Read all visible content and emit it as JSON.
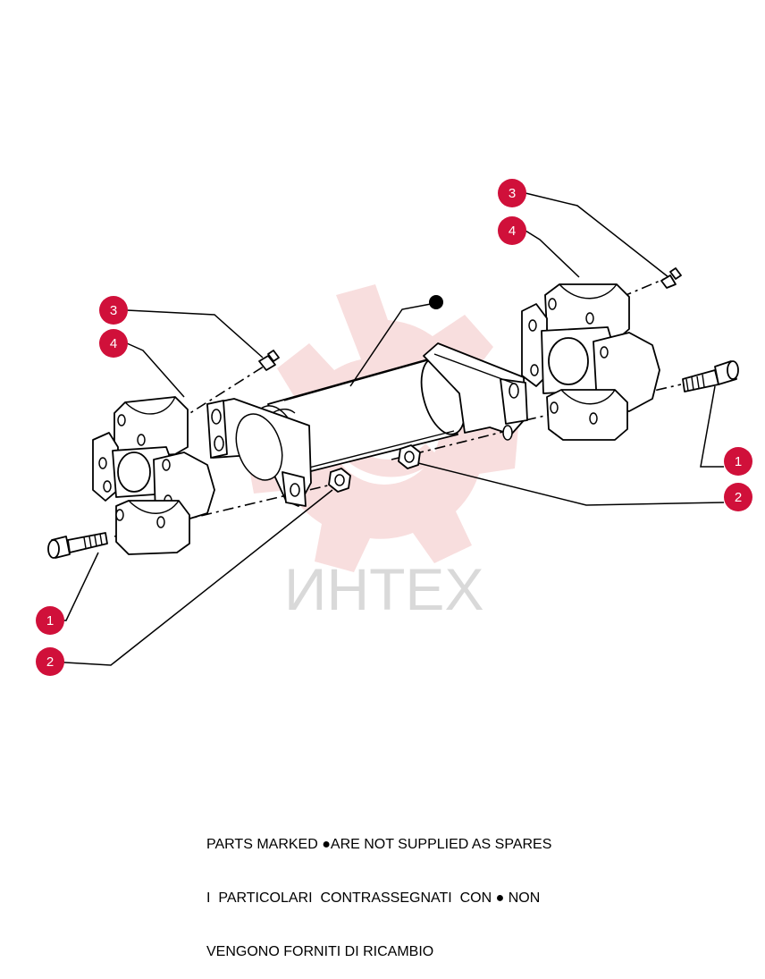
{
  "watermark": {
    "text": "ИНТЕХ",
    "color": "#d9d9d9",
    "gear_color": "#f8dede"
  },
  "callout_color": "#d0103a",
  "callouts": {
    "left_1": "1",
    "left_2": "2",
    "left_3": "3",
    "left_4": "4",
    "right_1": "1",
    "right_2": "2",
    "right_3": "3",
    "right_4": "4"
  },
  "note": {
    "line1_a": "PARTS MARKED ",
    "line1_b": "ARE NOT SUPPLIED AS SPARES",
    "line2_a": "I  PARTICOLARI  CONTRASSEGNATI  CON ",
    "line2_b": " NON",
    "line3": "VENGONO FORNITI DI RICAMBIO"
  },
  "icons": {
    "not_supplied_marker": "filled-black-circle"
  }
}
